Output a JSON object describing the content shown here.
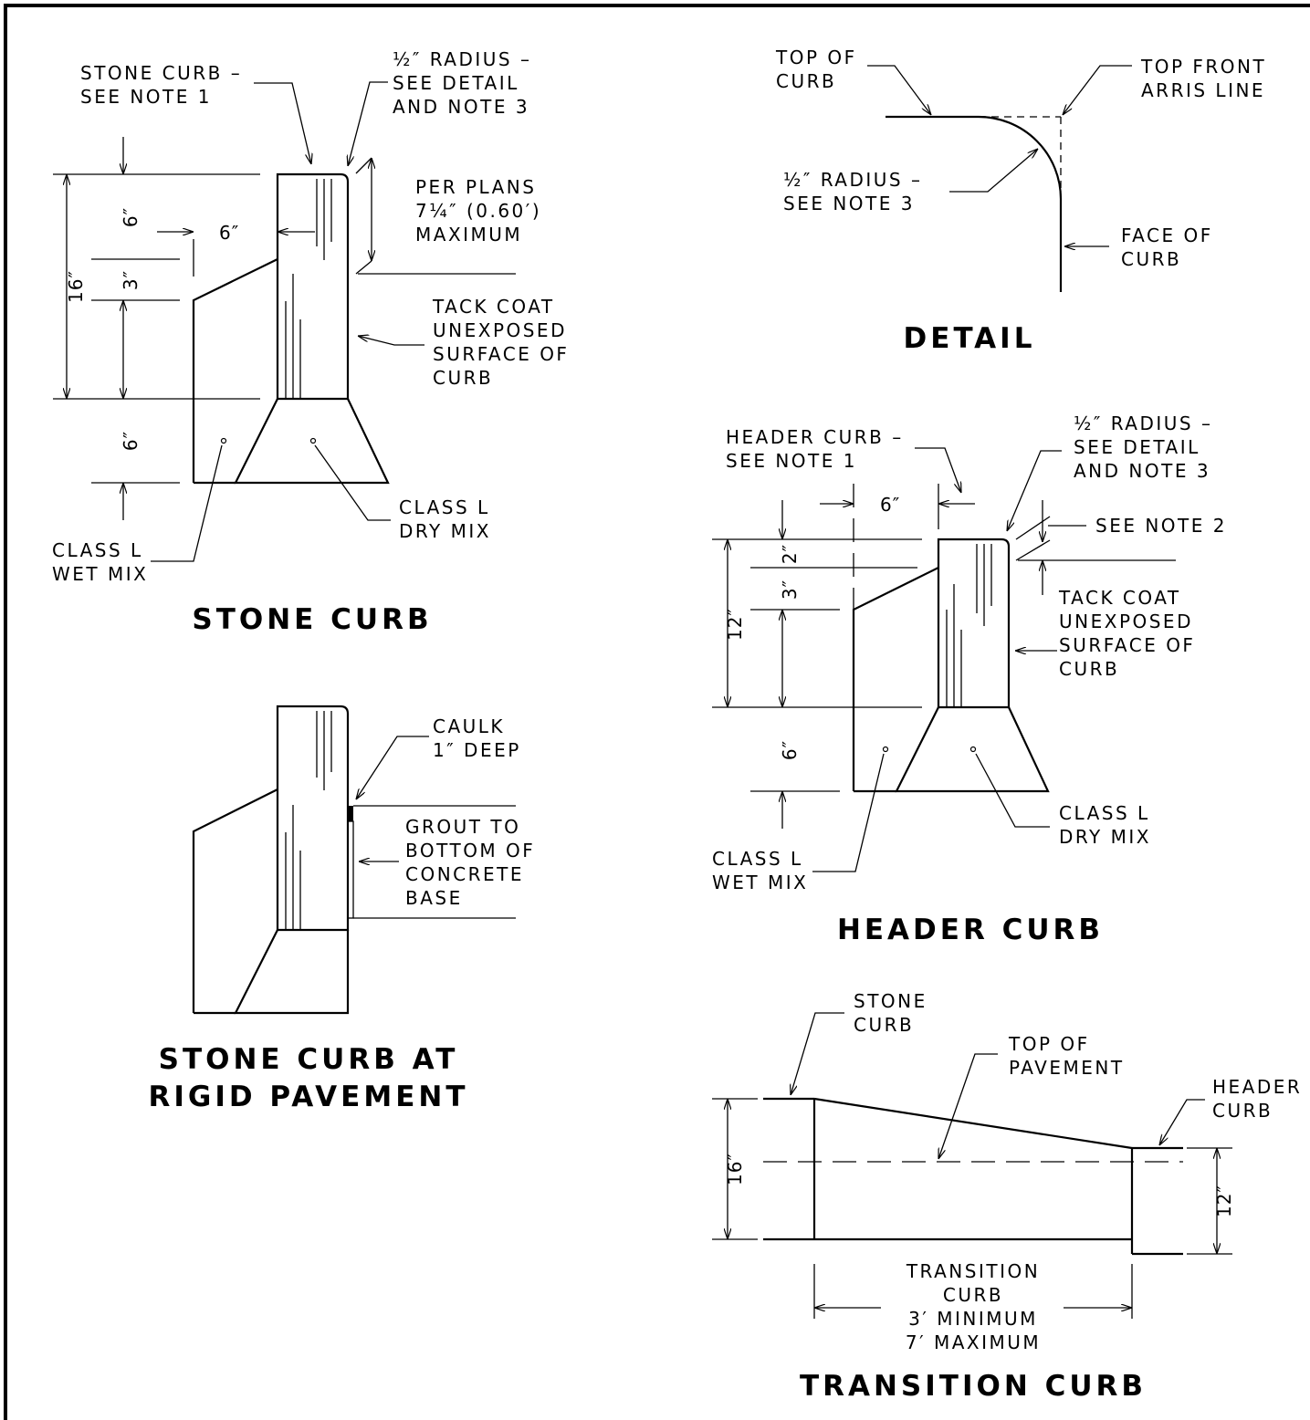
{
  "stone_curb": {
    "title": "STONE CURB",
    "callout_curb": [
      "STONE CURB –",
      "SEE NOTE 1"
    ],
    "callout_radius": [
      "½″ RADIUS –",
      "SEE DETAIL",
      "AND NOTE 3"
    ],
    "callout_exposure": [
      "PER PLANS",
      "7¼″ (0.60′)",
      "MAXIMUM"
    ],
    "callout_tack": [
      "TACK COAT",
      "UNEXPOSED",
      "SURFACE OF",
      "CURB"
    ],
    "callout_dry": [
      "CLASS L",
      "DRY MIX"
    ],
    "callout_wet": [
      "CLASS L",
      "WET MIX"
    ],
    "dim_16": "16″",
    "dim_6_top": "6″",
    "dim_3": "3″",
    "dim_6_bottom": "6″",
    "dim_width": "6″"
  },
  "detail": {
    "title": "DETAIL",
    "callout_top": [
      "TOP OF",
      "CURB"
    ],
    "callout_arris": [
      "TOP FRONT",
      "ARRIS LINE"
    ],
    "callout_radius": [
      "½″ RADIUS –",
      "SEE NOTE 3"
    ],
    "callout_face": [
      "FACE OF",
      "CURB"
    ]
  },
  "header_curb": {
    "title": "HEADER CURB",
    "callout_curb": [
      "HEADER CURB –",
      "SEE NOTE 1"
    ],
    "callout_radius": [
      "½″ RADIUS –",
      "SEE DETAIL",
      "AND NOTE 3"
    ],
    "callout_note2": "SEE NOTE 2",
    "callout_tack": [
      "TACK COAT",
      "UNEXPOSED",
      "SURFACE OF",
      "CURB"
    ],
    "callout_dry": [
      "CLASS L",
      "DRY MIX"
    ],
    "callout_wet": [
      "CLASS L",
      "WET MIX"
    ],
    "dim_12": "12″",
    "dim_2": "2″",
    "dim_3": "3″",
    "dim_6_bottom": "6″",
    "dim_width": "6″"
  },
  "rigid": {
    "title_line1": "STONE CURB AT",
    "title_line2": "RIGID PAVEMENT",
    "callout_caulk": [
      "CAULK",
      "1″ DEEP"
    ],
    "callout_grout": [
      "GROUT TO",
      "BOTTOM OF",
      "CONCRETE",
      "BASE"
    ]
  },
  "transition": {
    "title": "TRANSITION CURB",
    "callout_stone": [
      "STONE",
      "CURB"
    ],
    "callout_pavement": [
      "TOP OF",
      "PAVEMENT"
    ],
    "callout_header": [
      "HEADER",
      "CURB"
    ],
    "dim_16": "16″",
    "dim_12": "12″",
    "length_label": [
      "TRANSITION",
      "CURB",
      "3′ MINIMUM",
      "7′ MAXIMUM"
    ]
  }
}
